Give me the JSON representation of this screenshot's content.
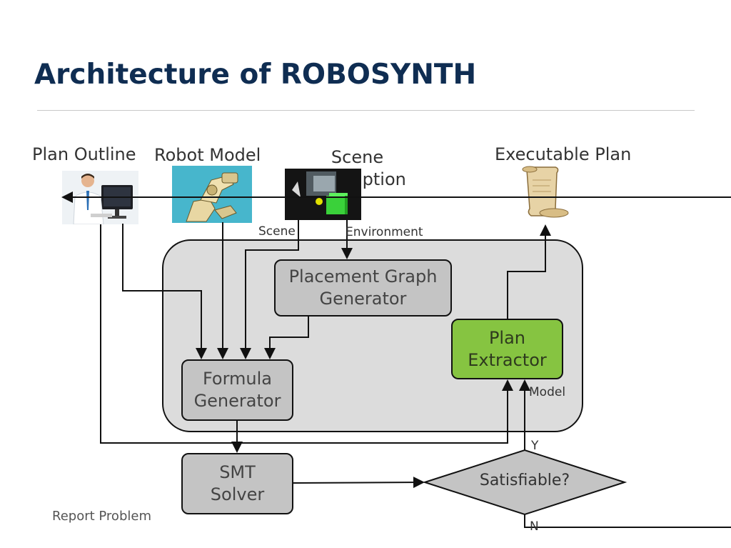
{
  "slide": {
    "title": "Architecture of ROBOSYNTH",
    "report": "Report Problem"
  },
  "inputs": {
    "plan_outline": "Plan Outline",
    "robot_model": "Robot Model",
    "scene_description": "Scene\nDescription",
    "executable_plan": "Executable Plan"
  },
  "edge_labels": {
    "scene": "Scene",
    "environment": "Environment",
    "model": "Model",
    "yes": "Y",
    "no": "N"
  },
  "boxes": {
    "placement_graph_generator": "Placement Graph\nGenerator",
    "plan_extractor": "Plan\nExtractor",
    "formula_generator": "Formula\nGenerator",
    "smt_solver": "SMT\nSolver",
    "decision": "Satisfiable?"
  },
  "colors": {
    "title": "#0f2d52",
    "container": "#dcdcdc",
    "box": "#c4c4c4",
    "plan_extractor": "#86c441"
  }
}
